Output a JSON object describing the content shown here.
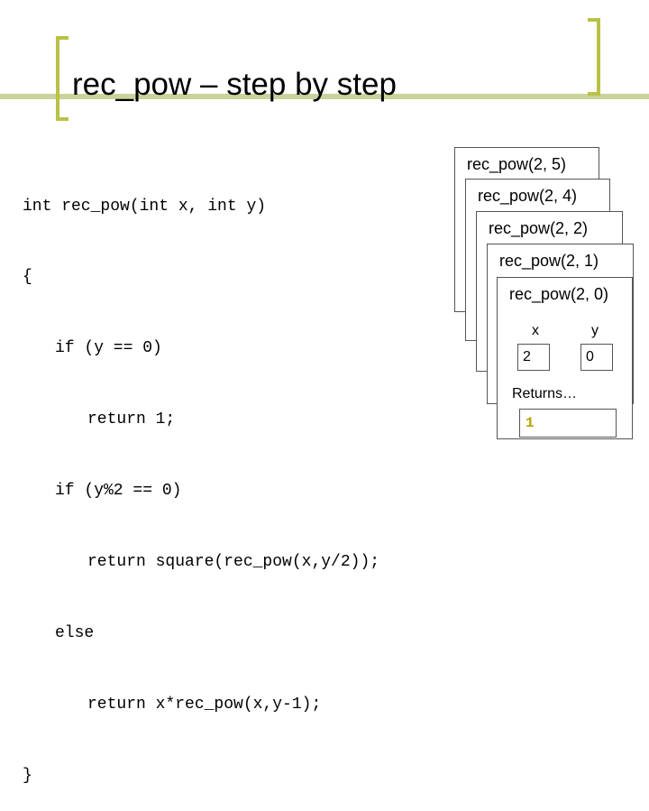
{
  "slide": {
    "title": "rec_pow – step by step"
  },
  "code": {
    "lines": [
      "int rec_pow(int x, int y)",
      "{",
      "if (y == 0)",
      "return 1;",
      "if (y%2 == 0)",
      "return square(rec_pow(x,y/2));",
      "else",
      "return x*rec_pow(x,y-1);",
      "}"
    ]
  },
  "stack": {
    "frames": [
      {
        "label": "rec_pow(2, 5)"
      },
      {
        "label": "rec_pow(2, 4)"
      },
      {
        "label": "rec_pow(2, 2)"
      },
      {
        "label": "rec_pow(2, 1)"
      },
      {
        "label": "rec_pow(2, 0)"
      }
    ],
    "vars": {
      "x_name": "x",
      "y_name": "y",
      "x_value": "2",
      "y_value": "0"
    },
    "returns_label": "Returns…",
    "returns_value": "1",
    "colors": {
      "accent": "#b8c248",
      "title_bar": "#c9d39a",
      "return_value": "#b8a100",
      "border": "#555555"
    }
  }
}
